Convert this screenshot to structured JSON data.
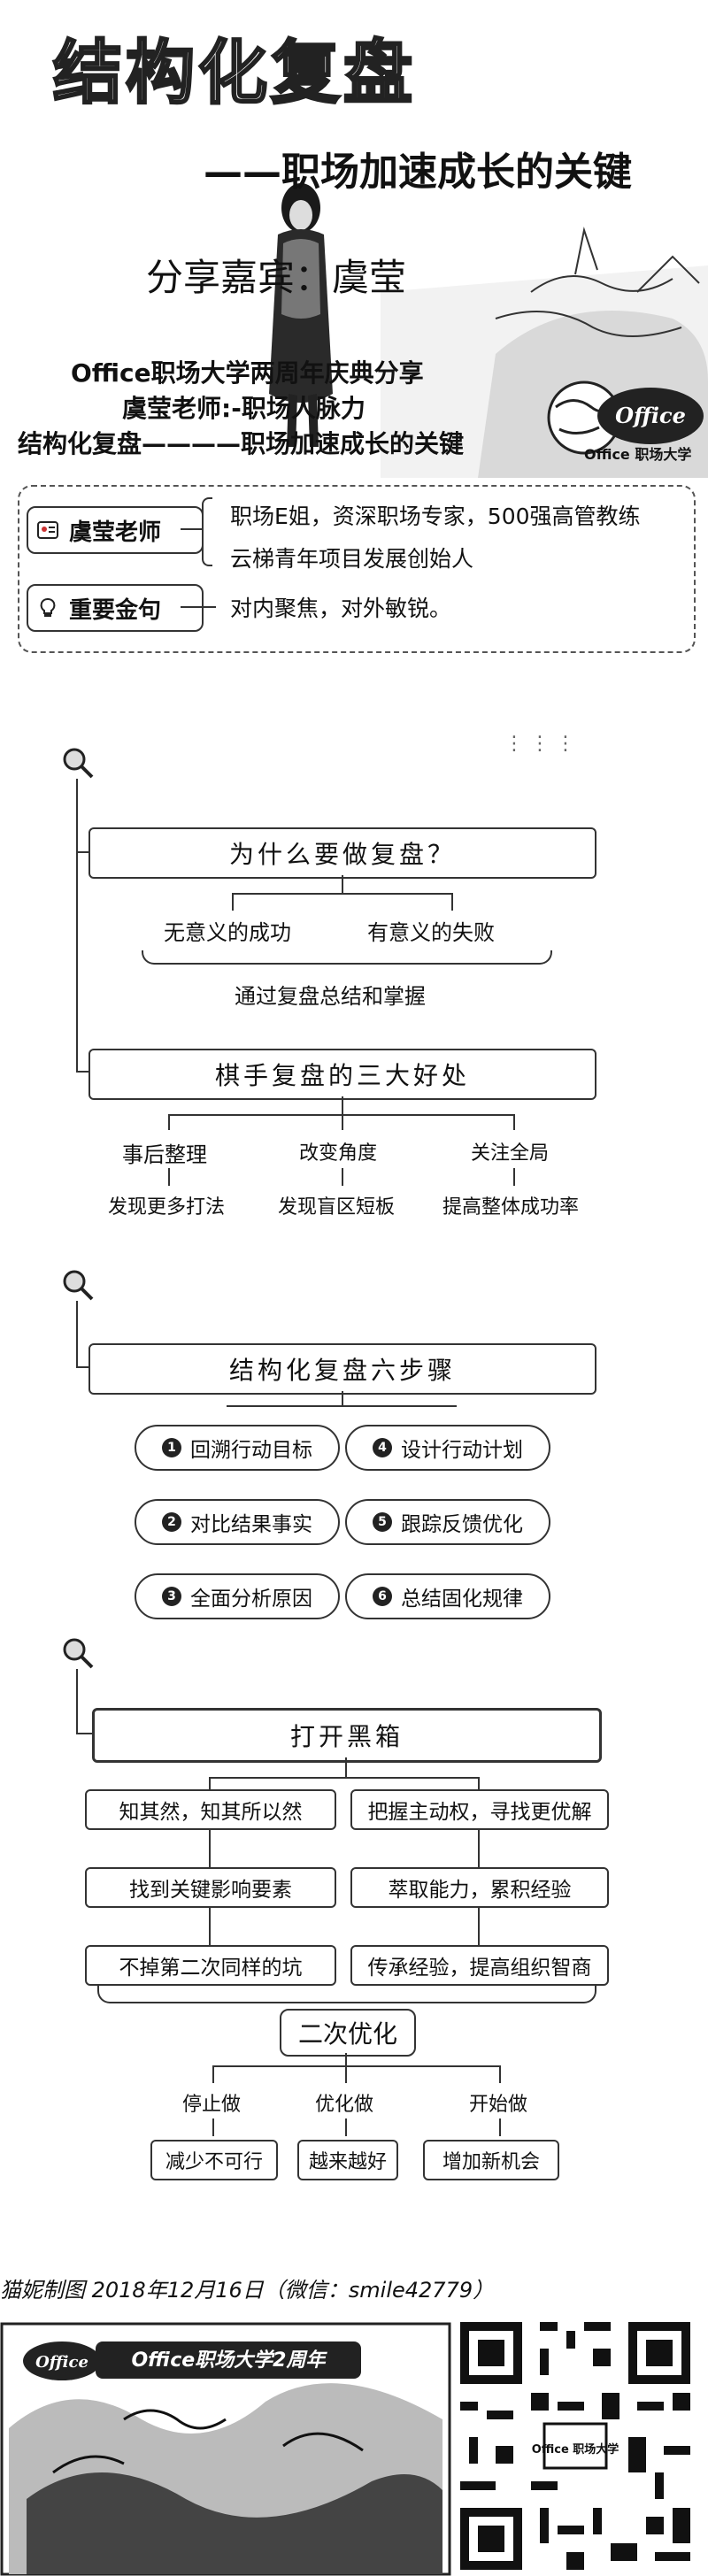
{
  "banner": {
    "title": "结构化复盘",
    "subtitle": "——职场加速成长的关键",
    "guest": "分享嘉宾：虞莹",
    "event": "Office职场大学两周年庆典分享",
    "teacher_line": "虞莹老师:-职场人脉力",
    "topic_line": "结构化复盘————职场加速成长的关键",
    "logo_text": "Office 职场大学"
  },
  "info": {
    "teacher_label": "虞莹老师",
    "teacher_desc_1": "职场E姐，资深职场专家，500强高管教练",
    "teacher_desc_2": "云梯青年项目发展创始人",
    "quote_label": "重要金句",
    "quote_text": "对内聚焦，对外敏锐。"
  },
  "section1": {
    "heading": "为什么要做复盘？",
    "branch_left": "无意义的成功",
    "branch_right": "有意义的失败",
    "summary": "通过复盘总结和掌握",
    "heading2": "棋手复盘的三大好处",
    "benefits": [
      {
        "title": "事后整理",
        "detail": "发现更多打法"
      },
      {
        "title": "改变角度",
        "detail": "发现盲区短板"
      },
      {
        "title": "关注全局",
        "detail": "提高整体成功率"
      }
    ]
  },
  "section2": {
    "heading": "结构化复盘六步骤",
    "steps": [
      {
        "num": "1",
        "label": "回溯行动目标"
      },
      {
        "num": "4",
        "label": "设计行动计划"
      },
      {
        "num": "2",
        "label": "对比结果事实"
      },
      {
        "num": "5",
        "label": "跟踪反馈优化"
      },
      {
        "num": "3",
        "label": "全面分析原因"
      },
      {
        "num": "6",
        "label": "总结固化规律"
      }
    ]
  },
  "section3": {
    "heading": "打开黑箱",
    "rows": [
      {
        "left": "知其然，知其所以然",
        "right": "把握主动权，寻找更优解"
      },
      {
        "left": "找到关键影响要素",
        "right": "萃取能力，累积经验"
      },
      {
        "left": "不掉第二次同样的坑",
        "right": "传承经验，提高组织智商"
      }
    ],
    "heading2": "二次优化",
    "options": [
      {
        "title": "停止做",
        "detail": "减少不可行"
      },
      {
        "title": "优化做",
        "detail": "越来越好"
      },
      {
        "title": "开始做",
        "detail": "增加新机会"
      }
    ]
  },
  "footer": {
    "credit": "猫妮制图 2018年12月16日（微信：smile42779）",
    "poster_text": "Office职场大学2周年",
    "qr_caption": "Office 职场大学"
  }
}
